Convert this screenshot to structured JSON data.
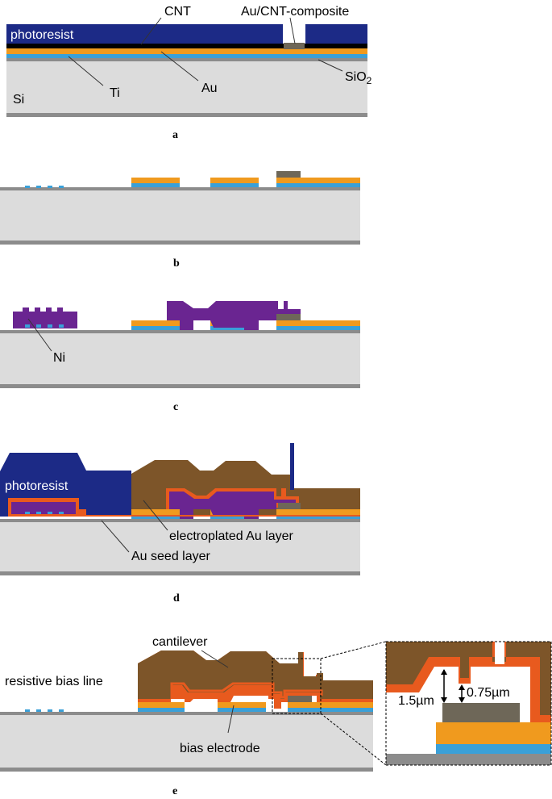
{
  "panels": {
    "a": {
      "letter": "a",
      "labels": {
        "cnt": "CNT",
        "au_cnt": "Au/CNT-composite",
        "photoresist": "photoresist",
        "ti": "Ti",
        "au": "Au",
        "sio2": "SiO",
        "sio2_sub": "2",
        "si": "Si"
      }
    },
    "b": {
      "letter": "b"
    },
    "c": {
      "letter": "c",
      "labels": {
        "ni": "Ni"
      }
    },
    "d": {
      "letter": "d",
      "labels": {
        "photoresist": "photoresist",
        "electroplated": "electroplated Au layer",
        "seed": "Au seed layer"
      }
    },
    "e": {
      "letter": "e",
      "labels": {
        "cantilever": "cantilever",
        "bias_line": "resistive bias line",
        "bias_electrode": "bias electrode",
        "gap_large": "1.5µm",
        "gap_small": "0.75µm"
      }
    }
  },
  "colors": {
    "si": "#dcdcdc",
    "sio2": "#8c8c8c",
    "ti": "#3aa0d8",
    "au": "#f09a1e",
    "cnt": "#000000",
    "au_cnt_composite": "#6e6758",
    "photoresist": "#1c2a86",
    "ni": "#6a2591",
    "electroplated_au": "#7d5529",
    "seed_layer": "#e85a1e"
  }
}
